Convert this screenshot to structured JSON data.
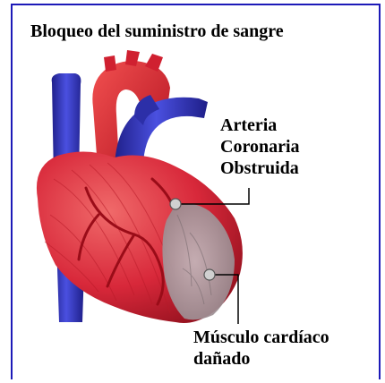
{
  "diagram": {
    "title": "Bloqueo del suministro de sangre",
    "labels": {
      "artery_line1": "Arteria",
      "artery_line2": "Coronaria",
      "artery_line3": "Obstruida",
      "muscle_line1": "Músculo cardíaco",
      "muscle_line2": "dañado"
    },
    "colors": {
      "border": "#1d1ab8",
      "heart_red": "#d8283a",
      "vein_blue": "#3a3fc8",
      "damaged_tissue": "#a89ca0"
    }
  }
}
